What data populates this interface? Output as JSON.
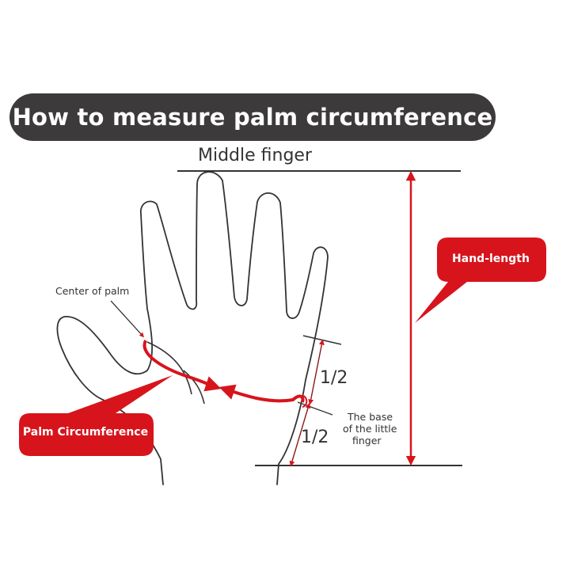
{
  "title": "How to measure palm circumference",
  "labels": {
    "middle_finger": "Middle finger",
    "center_of_palm": "Center of palm",
    "half_top": "1/2",
    "half_bottom": "1/2",
    "base_line1": "The base",
    "base_line2": "of the little",
    "base_line3": "finger"
  },
  "callouts": {
    "hand_length": "Hand-length",
    "palm_circumference": "Palm Circumference"
  },
  "colors": {
    "accent": "#d7141c",
    "title_bg": "#3c3a3a",
    "line": "#333333"
  }
}
